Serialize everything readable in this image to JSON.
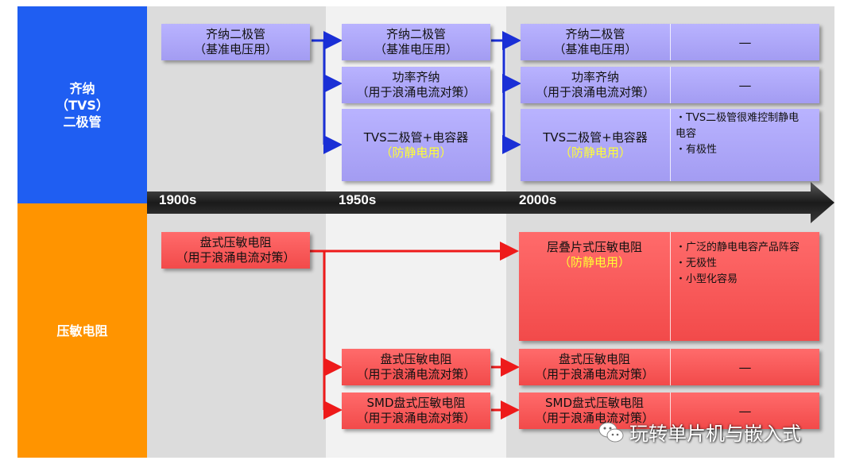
{
  "colors": {
    "blue_side": "#1f5ef2",
    "orange_side": "#ff9400",
    "blue_box": "#ab a5f5",
    "red_box": "#f45555",
    "blue_arrow": "#1a2fd6",
    "red_arrow": "#ee1a1a",
    "highlight": "#ffff33"
  },
  "side": {
    "zener_line1": "齐纳",
    "zener_line2": "（TVS）",
    "zener_line3": "二极管",
    "varistor": "压敏电阻"
  },
  "timeline": [
    "1900s",
    "1950s",
    "2000s"
  ],
  "zener": {
    "col1": {
      "line1": "齐纳二极管",
      "line2": "（基准电压用）"
    },
    "col2": [
      {
        "line1": "齐纳二极管",
        "line2": "（基准电压用）"
      },
      {
        "line1": "功率齐纳",
        "line2": "（用于浪涌电流对策）"
      },
      {
        "line1": "TVS二极管+电容器",
        "line2": "（防静电用）"
      }
    ],
    "col3": [
      {
        "line1": "齐纳二极管",
        "line2": "（基准电压用）",
        "note": "—"
      },
      {
        "line1": "功率齐纳",
        "line2": "（用于浪涌电流对策）",
        "note": "—"
      },
      {
        "line1": "TVS二极管+电容器",
        "line2": "（防静电用）",
        "notes": [
          "・TVS二极管很难控制静电",
          "电容",
          "・有极性"
        ]
      }
    ]
  },
  "varistor": {
    "col1": {
      "line1": "盘式压敏电阻",
      "line2": "（用于浪涌电流对策）"
    },
    "col2": [
      {
        "line1": "盘式压敏电阻",
        "line2": "（用于浪涌电流对策）"
      },
      {
        "line1": "SMD盘式压敏电阻",
        "line2": "（用于浪涌电流对策）"
      }
    ],
    "col3": [
      {
        "line1": "层叠片式压敏电阻",
        "line2": "（防静电用）",
        "notes": [
          "・广泛的静电电容产品阵容",
          "・无极性",
          "・小型化容易"
        ]
      },
      {
        "line1": "盘式压敏电阻",
        "line2": "（用于浪涌电流对策）",
        "note": "—"
      },
      {
        "line1": "SMD盘式压敏电阻",
        "line2": "（用于浪涌电流对策）",
        "note": "—"
      }
    ]
  },
  "watermark": "玩转单片机与嵌入式"
}
